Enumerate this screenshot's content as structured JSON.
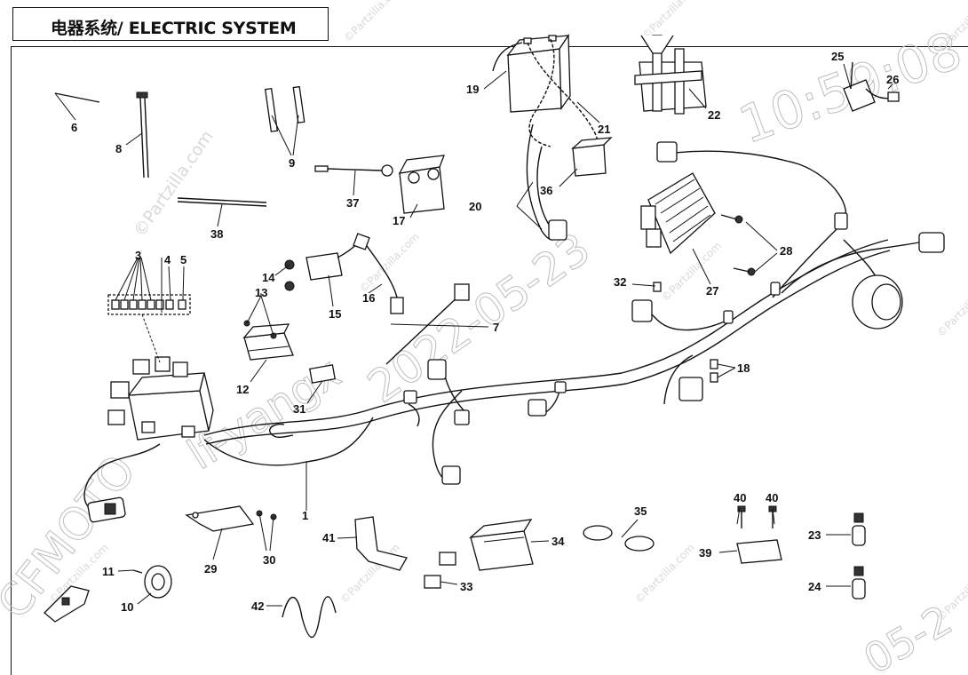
{
  "title": "电器系统/ ELECTRIC SYSTEM",
  "watermarks": {
    "brand": "©Partzilla.com",
    "brand_short": "©Partzilla.com",
    "timestamp_top": "10:59:08",
    "timestamp_date": "2022-05-23",
    "user": "lf-yangx",
    "maker": "CFMOTO",
    "date_bottom": "05-2"
  },
  "callouts": [
    "1",
    "3",
    "4",
    "5",
    "6",
    "7",
    "8",
    "9",
    "10",
    "11",
    "12",
    "13",
    "14",
    "15",
    "16",
    "17",
    "18",
    "19",
    "20",
    "21",
    "22",
    "23",
    "24",
    "25",
    "26",
    "27",
    "28",
    "29",
    "30",
    "31",
    "32",
    "33",
    "34",
    "35",
    "36",
    "37",
    "38",
    "39",
    "40",
    "40",
    "41",
    "42"
  ]
}
